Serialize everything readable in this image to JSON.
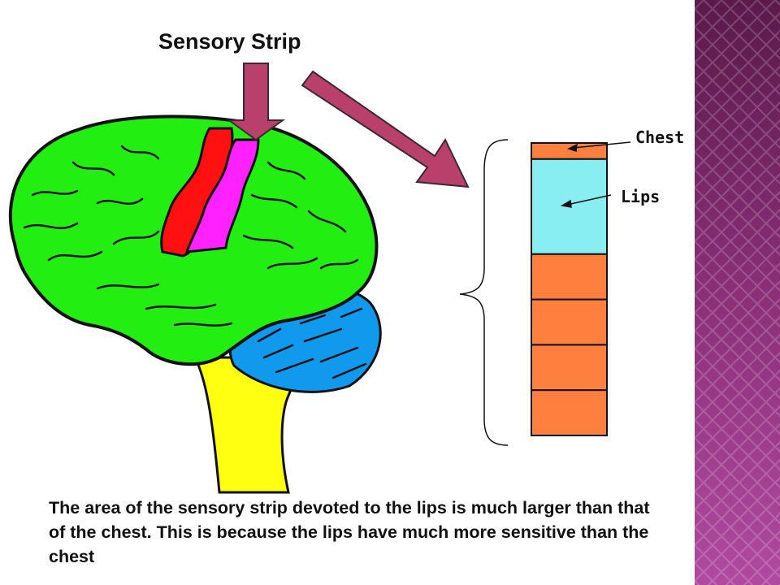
{
  "title": "Sensory Strip",
  "labels": {
    "chest": "Chest",
    "lips": "Lips"
  },
  "caption": "The area of the sensory strip devoted to the lips is much larger than that of the chest.  This is because the lips have much more sensitive than the chest",
  "colors": {
    "brain": "#22ee11",
    "motor_strip": "#ff1111",
    "sensory_strip": "#ff22ff",
    "cerebellum": "#1199ee",
    "brainstem": "#ffff11",
    "arrow": "#b8406a",
    "strip_segment": "#ff7f3f",
    "lips_segment": "#88eef2",
    "side_panel": "#9a3a86"
  },
  "strip_proportions": [
    {
      "part": "chest",
      "fraction": 0.055
    },
    {
      "part": "lips",
      "fraction": 0.325
    },
    {
      "part": "other",
      "fraction": 0.155
    },
    {
      "part": "other",
      "fraction": 0.155
    },
    {
      "part": "other",
      "fraction": 0.155
    },
    {
      "part": "other",
      "fraction": 0.155
    }
  ]
}
